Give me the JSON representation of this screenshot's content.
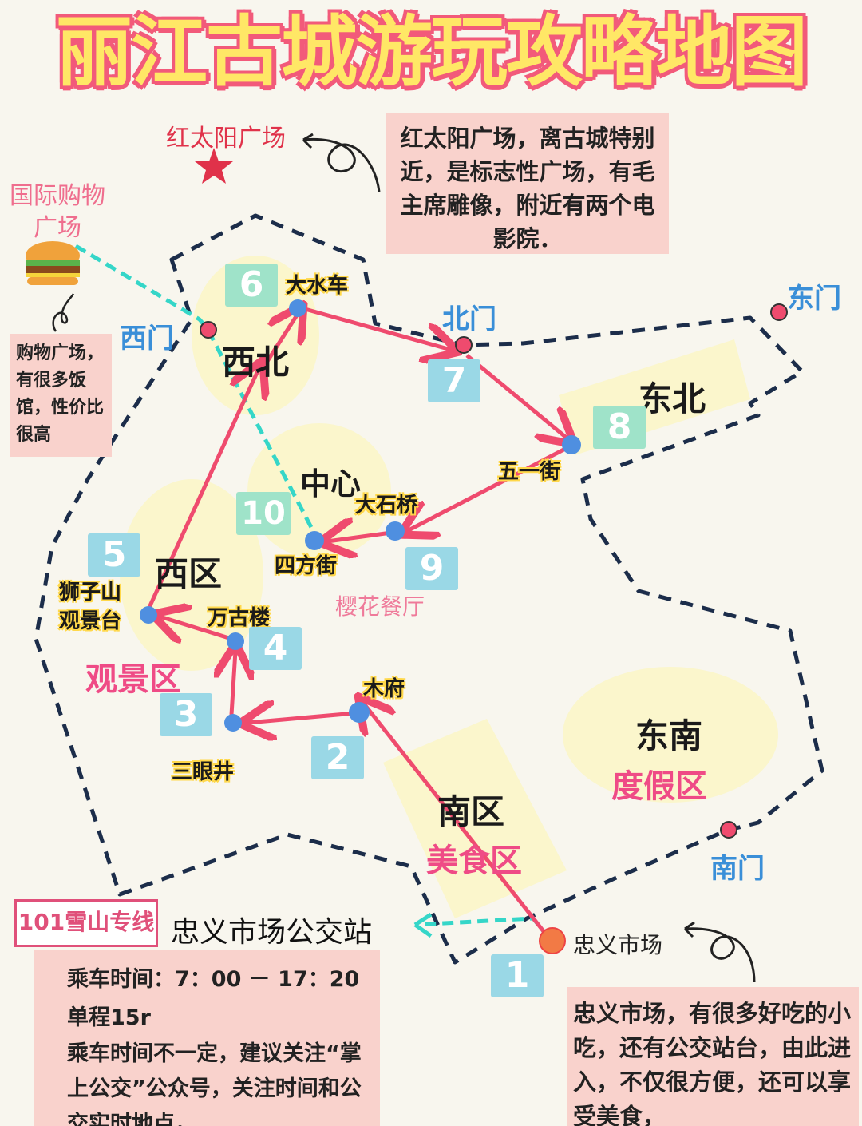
{
  "title": "丽江古城游玩攻略地图",
  "zones": {
    "northwest": "西北",
    "northeast": "东北",
    "center": "中心",
    "west": "西区",
    "south": "南区",
    "southeast": "东南"
  },
  "zone_subtitles": {
    "viewing": "观景区",
    "food": "美食区",
    "resort": "度假区"
  },
  "gates": {
    "west": "西门",
    "north": "北门",
    "east": "东门",
    "south": "南门"
  },
  "stops": {
    "dashuiche": "大水车",
    "wuyijie": "五一街",
    "dashiqiao": "大石桥",
    "sifangjie": "四方街",
    "wangulou": "万古楼",
    "shizishan": "狮子山\n观景台",
    "mufu": "木府",
    "sanyanjing": "三眼井",
    "zhongyi_market": "忠义市场"
  },
  "numbers": [
    "1",
    "2",
    "3",
    "4",
    "5",
    "6",
    "7",
    "8",
    "9",
    "10"
  ],
  "landmarks": {
    "red_sun": "红太阳广场",
    "mall": "国际购物\n广场",
    "sakura": "樱花餐厅"
  },
  "notes": {
    "red_sun": "红太阳广场，离古城特别近，是标志性广场，有毛主席雕像，附近有两个电影院．",
    "mall": "购物广场，有很多饭馆，性价比很高",
    "market": "忠义市场，有很多好吃的小吃，还有公交站台，由此进入，不仅很方便，还可以享受美食，"
  },
  "bus": {
    "line": "101雪山专线",
    "station": "忠义市场公交站",
    "time": "乘车时间：7：00 － 17：20",
    "fare": "单程15r",
    "tip": "乘车时间不一定，建议关注“掌上公交”公众号，关注时间和公交实时地点，"
  },
  "icons": {
    "star": "red-star-icon",
    "burger": "burger-icon",
    "clock": "alarm-clock-icon",
    "coin": "coin-icon",
    "phone": "mobile-phone-icon"
  },
  "colors": {
    "title_fill": "#ffe766",
    "title_stroke": "#f25a7a",
    "route": "#ef4b6e",
    "gate_text": "#3a8fd8",
    "note_bg": "#f9d2cc",
    "boundary": "#1c2d4a",
    "shortcut": "#35d6c8"
  }
}
